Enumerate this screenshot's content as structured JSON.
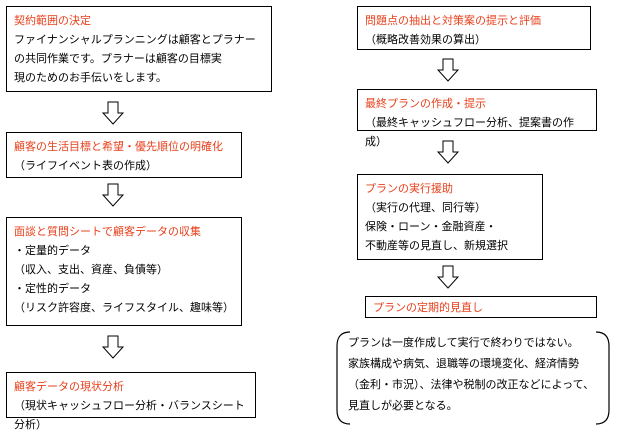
{
  "left": {
    "box1": {
      "title": "契約範囲の決定",
      "lines": [
        "ファイナンシャルプランニングは顧客とプラナー",
        "の共同作業です。プラナーは顧客の目標実",
        "現のためのお手伝いをします。"
      ]
    },
    "box2": {
      "title": "顧客の生活目標と希望・優先順位の明確化",
      "lines": [
        "（ライフイベント表の作成）"
      ]
    },
    "box3": {
      "title": "面談と質問シートで顧客データの収集",
      "lines": [
        "・定量的データ",
        "（収入、支出、資産、負債等）",
        "・定性的データ",
        "（リスク許容度、ライフスタイル、趣味等）"
      ]
    },
    "box4": {
      "title": "顧客データの現状分析",
      "lines": [
        "（現状キャッシュフロー分析・バランスシート分析）"
      ]
    }
  },
  "right": {
    "box1": {
      "title": "問題点の抽出と対策案の提示と評価",
      "lines": [
        "（概略改善効果の算出）"
      ]
    },
    "box2": {
      "title": "最終プランの作成・提示",
      "lines": [
        "（最終キャッシュフロー分析、提案書の作成）"
      ]
    },
    "box3": {
      "title": "プランの実行援助",
      "lines": [
        "（実行の代理、同行等）",
        "保険・ローン・金融資産・",
        "不動産等の見直し、新規選択"
      ]
    },
    "box4": {
      "title": "プランの定期的見直し"
    }
  },
  "note": {
    "lines": [
      "プランは一度作成して実行で終わりではない。",
      "家族構成や病気、退職等の環境変化、経済情勢",
      "（金利・市況）、法律や税制の改正などによって、",
      "見直しが必要となる。"
    ]
  },
  "colors": {
    "title": "#e8401c",
    "border": "#000000"
  }
}
